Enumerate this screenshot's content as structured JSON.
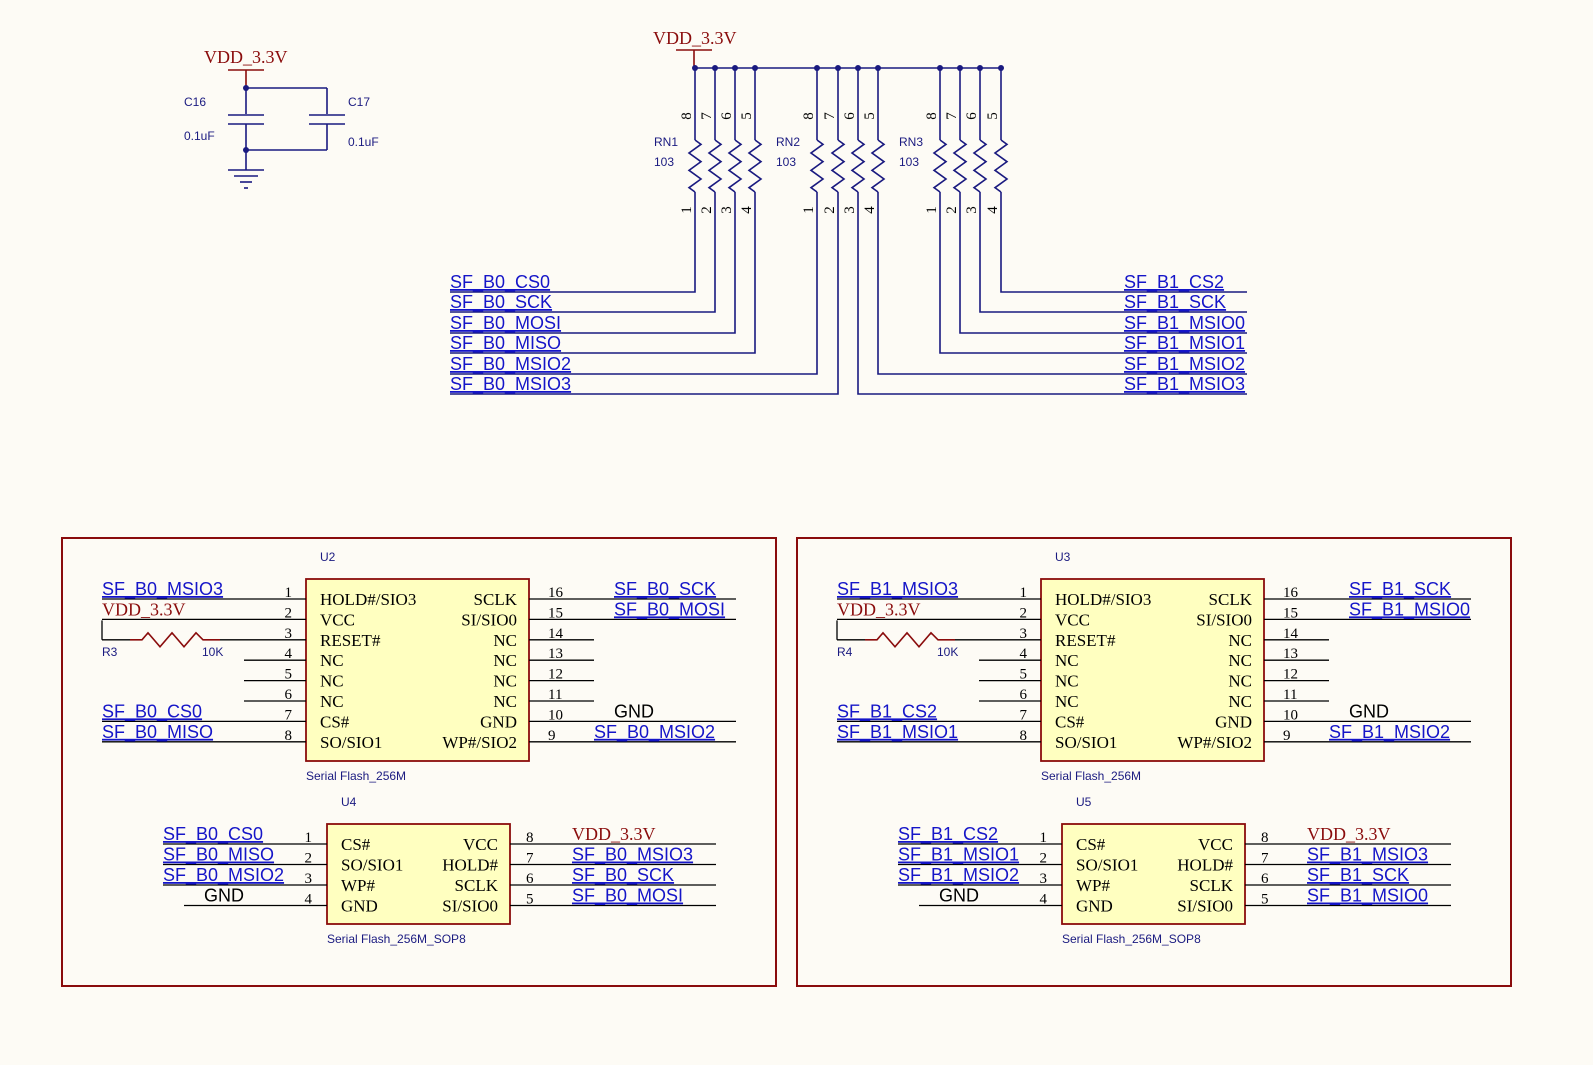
{
  "power": {
    "vdd_top_left": "VDD_3.3V",
    "vdd_top_mid": "VDD_3.3V",
    "gnd": "GND"
  },
  "caps": [
    {
      "ref": "C16",
      "value": "0.1uF"
    },
    {
      "ref": "C17",
      "value": "0.1uF"
    }
  ],
  "resistor_networks": [
    {
      "ref": "RN1",
      "value": "103"
    },
    {
      "ref": "RN2",
      "value": "103"
    },
    {
      "ref": "RN3",
      "value": "103"
    }
  ],
  "rn_pins_top": [
    "8",
    "7",
    "6",
    "5"
  ],
  "rn_pins_bottom": [
    "1",
    "2",
    "3",
    "4"
  ],
  "nets_left": [
    "SF_B0_CS0",
    "SF_B0_SCK",
    "SF_B0_MOSI",
    "SF_B0_MISO",
    "SF_B0_MSIO2",
    "SF_B0_MSIO3"
  ],
  "nets_right": [
    "SF_B1_CS2",
    "SF_B1_SCK",
    "SF_B1_MSIO0",
    "SF_B1_MSIO1",
    "SF_B1_MSIO2",
    "SF_B1_MSIO3"
  ],
  "u2": {
    "ref": "U2",
    "name": "Serial Flash_256M",
    "left_pins": [
      {
        "num": "1",
        "label": "HOLD#/SIO3",
        "net": "SF_B0_MSIO3"
      },
      {
        "num": "2",
        "label": "VCC",
        "net": "VDD_3.3V"
      },
      {
        "num": "3",
        "label": "RESET#",
        "net": ""
      },
      {
        "num": "4",
        "label": "NC",
        "net": ""
      },
      {
        "num": "5",
        "label": "NC",
        "net": ""
      },
      {
        "num": "6",
        "label": "NC",
        "net": ""
      },
      {
        "num": "7",
        "label": "CS#",
        "net": "SF_B0_CS0"
      },
      {
        "num": "8",
        "label": "SO/SIO1",
        "net": "SF_B0_MISO"
      }
    ],
    "right_pins": [
      {
        "num": "16",
        "label": "SCLK",
        "net": "SF_B0_SCK"
      },
      {
        "num": "15",
        "label": "SI/SIO0",
        "net": "SF_B0_MOSI"
      },
      {
        "num": "14",
        "label": "NC",
        "net": ""
      },
      {
        "num": "13",
        "label": "NC",
        "net": ""
      },
      {
        "num": "12",
        "label": "NC",
        "net": ""
      },
      {
        "num": "11",
        "label": "NC",
        "net": ""
      },
      {
        "num": "10",
        "label": "GND",
        "net": "GND"
      },
      {
        "num": "9",
        "label": "WP#/SIO2",
        "net": "SF_B0_MSIO2"
      }
    ],
    "res_ref": "R3",
    "res_val": "10K"
  },
  "u3": {
    "ref": "U3",
    "name": "Serial Flash_256M",
    "left_pins": [
      {
        "num": "1",
        "label": "HOLD#/SIO3",
        "net": "SF_B1_MSIO3"
      },
      {
        "num": "2",
        "label": "VCC",
        "net": "VDD_3.3V"
      },
      {
        "num": "3",
        "label": "RESET#",
        "net": ""
      },
      {
        "num": "4",
        "label": "NC",
        "net": ""
      },
      {
        "num": "5",
        "label": "NC",
        "net": ""
      },
      {
        "num": "6",
        "label": "NC",
        "net": ""
      },
      {
        "num": "7",
        "label": "CS#",
        "net": "SF_B1_CS2"
      },
      {
        "num": "8",
        "label": "SO/SIO1",
        "net": "SF_B1_MSIO1"
      }
    ],
    "right_pins": [
      {
        "num": "16",
        "label": "SCLK",
        "net": "SF_B1_SCK"
      },
      {
        "num": "15",
        "label": "SI/SIO0",
        "net": "SF_B1_MSIO0"
      },
      {
        "num": "14",
        "label": "NC",
        "net": ""
      },
      {
        "num": "13",
        "label": "NC",
        "net": ""
      },
      {
        "num": "12",
        "label": "NC",
        "net": ""
      },
      {
        "num": "11",
        "label": "NC",
        "net": ""
      },
      {
        "num": "10",
        "label": "GND",
        "net": "GND"
      },
      {
        "num": "9",
        "label": "WP#/SIO2",
        "net": "SF_B1_MSIO2"
      }
    ],
    "res_ref": "R4",
    "res_val": "10K"
  },
  "u4": {
    "ref": "U4",
    "name": "Serial Flash_256M_SOP8",
    "left_pins": [
      {
        "num": "1",
        "label": "CS#",
        "net": "SF_B0_CS0"
      },
      {
        "num": "2",
        "label": "SO/SIO1",
        "net": "SF_B0_MISO"
      },
      {
        "num": "3",
        "label": "WP#",
        "net": "SF_B0_MSIO2"
      },
      {
        "num": "4",
        "label": "GND",
        "net": "GND"
      }
    ],
    "right_pins": [
      {
        "num": "8",
        "label": "VCC",
        "net": "VDD_3.3V"
      },
      {
        "num": "7",
        "label": "HOLD#",
        "net": "SF_B0_MSIO3"
      },
      {
        "num": "6",
        "label": "SCLK",
        "net": "SF_B0_SCK"
      },
      {
        "num": "5",
        "label": "SI/SIO0",
        "net": "SF_B0_MOSI"
      }
    ]
  },
  "u5": {
    "ref": "U5",
    "name": "Serial Flash_256M_SOP8",
    "left_pins": [
      {
        "num": "1",
        "label": "CS#",
        "net": "SF_B1_CS2"
      },
      {
        "num": "2",
        "label": "SO/SIO1",
        "net": "SF_B1_MSIO1"
      },
      {
        "num": "3",
        "label": "WP#",
        "net": "SF_B1_MSIO2"
      },
      {
        "num": "4",
        "label": "GND",
        "net": "GND"
      }
    ],
    "right_pins": [
      {
        "num": "8",
        "label": "VCC",
        "net": "VDD_3.3V"
      },
      {
        "num": "7",
        "label": "HOLD#",
        "net": "SF_B1_MSIO3"
      },
      {
        "num": "6",
        "label": "SCLK",
        "net": "SF_B1_SCK"
      },
      {
        "num": "5",
        "label": "SI/SIO0",
        "net": "SF_B1_MSIO0"
      }
    ]
  },
  "colors": {
    "wire": "#1a1a80",
    "net_label": "#1515c8",
    "power_label": "#8a0c0c",
    "chip_fill": "#ffffc0",
    "chip_border": "#8a0c0c",
    "background": "#fdfbf5"
  }
}
